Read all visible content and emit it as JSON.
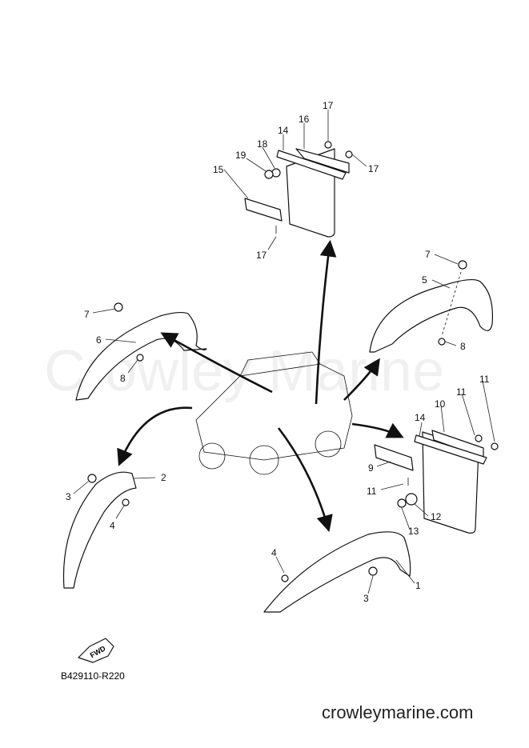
{
  "diagram": {
    "code": "B429110-R220",
    "watermark": "Crowley Marine",
    "site": "crowleymarine.com",
    "fwd_label": "FWD"
  },
  "callouts": {
    "c1": "1",
    "c2": "2",
    "c3a": "3",
    "c3b": "3",
    "c4a": "4",
    "c4b": "4",
    "c5": "5",
    "c6": "6",
    "c7a": "7",
    "c7b": "7",
    "c8a": "8",
    "c8b": "8",
    "c9": "9",
    "c10": "10",
    "c11a": "11",
    "c11b": "11",
    "c11c": "11",
    "c12": "12",
    "c13": "13",
    "c14a": "14",
    "c14b": "14",
    "c15": "15",
    "c16": "16",
    "c17a": "17",
    "c17b": "17",
    "c17c": "17",
    "c18": "18",
    "c19": "19"
  }
}
